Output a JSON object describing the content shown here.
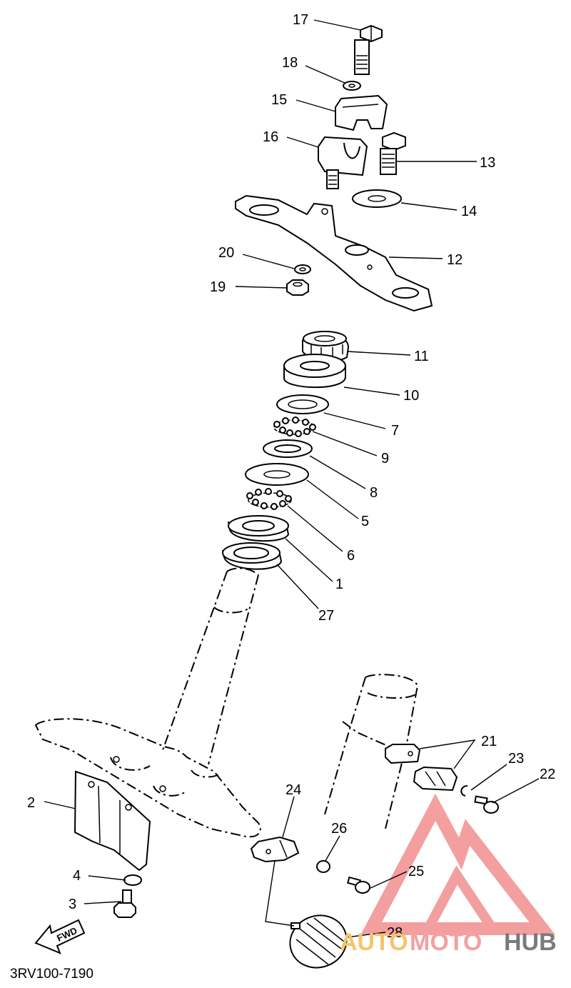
{
  "diagram": {
    "code": "3RV100-7190",
    "fwd_label": "FWD",
    "callouts": [
      {
        "id": "c17",
        "label": "17"
      },
      {
        "id": "c18",
        "label": "18"
      },
      {
        "id": "c15",
        "label": "15"
      },
      {
        "id": "c16",
        "label": "16"
      },
      {
        "id": "c13",
        "label": "13"
      },
      {
        "id": "c14",
        "label": "14"
      },
      {
        "id": "c12",
        "label": "12"
      },
      {
        "id": "c20",
        "label": "20"
      },
      {
        "id": "c19",
        "label": "19"
      },
      {
        "id": "c11",
        "label": "11"
      },
      {
        "id": "c10",
        "label": "10"
      },
      {
        "id": "c7",
        "label": "7"
      },
      {
        "id": "c9",
        "label": "9"
      },
      {
        "id": "c8",
        "label": "8"
      },
      {
        "id": "c5",
        "label": "5"
      },
      {
        "id": "c6",
        "label": "6"
      },
      {
        "id": "c1",
        "label": "1"
      },
      {
        "id": "c27",
        "label": "27"
      },
      {
        "id": "c21",
        "label": "21"
      },
      {
        "id": "c23",
        "label": "23"
      },
      {
        "id": "c22",
        "label": "22"
      },
      {
        "id": "c24",
        "label": "24"
      },
      {
        "id": "c26",
        "label": "26"
      },
      {
        "id": "c25",
        "label": "25"
      },
      {
        "id": "c28",
        "label": "28"
      },
      {
        "id": "c2",
        "label": "2"
      },
      {
        "id": "c4",
        "label": "4"
      },
      {
        "id": "c3",
        "label": "3"
      }
    ]
  },
  "watermark": {
    "word_a": "AUTO",
    "word_b": "MOTO",
    "word_c": "HUB",
    "color_a": "#f7c46a",
    "color_b": "#f4a0a0",
    "color_c": "#7a7a7a",
    "logo_color": "#f08080"
  }
}
